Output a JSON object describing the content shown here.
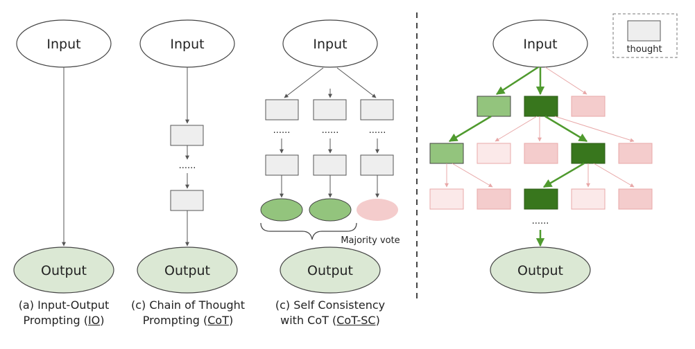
{
  "nodes": {
    "input": "Input",
    "output": "Output",
    "ellipsis": "......"
  },
  "legend": {
    "label": "thought"
  },
  "annotations": {
    "majority_vote": "Majority vote"
  },
  "captions": [
    {
      "line1": "(a) Input-Output",
      "line2_prefix": "Prompting (",
      "abbr": "IO",
      "line2_suffix": ")"
    },
    {
      "line1": "(c) Chain of Thought",
      "line2_prefix": "Prompting (",
      "abbr": "CoT",
      "line2_suffix": ")"
    },
    {
      "line1": "(c) Self Consistency",
      "line2_prefix": "with CoT (",
      "abbr": "CoT-SC",
      "line2_suffix": ")"
    }
  ],
  "colors": {
    "output_fill": "#dbe8d4",
    "thought_gray": "#eeeeee",
    "green_light": "#93c47d",
    "green_dark": "#38761d",
    "green_arrow": "#4f9a2e",
    "pink": "#f4cccc",
    "pink_light": "#fbe9e9",
    "pink_arrow": "#e8a8a8"
  }
}
